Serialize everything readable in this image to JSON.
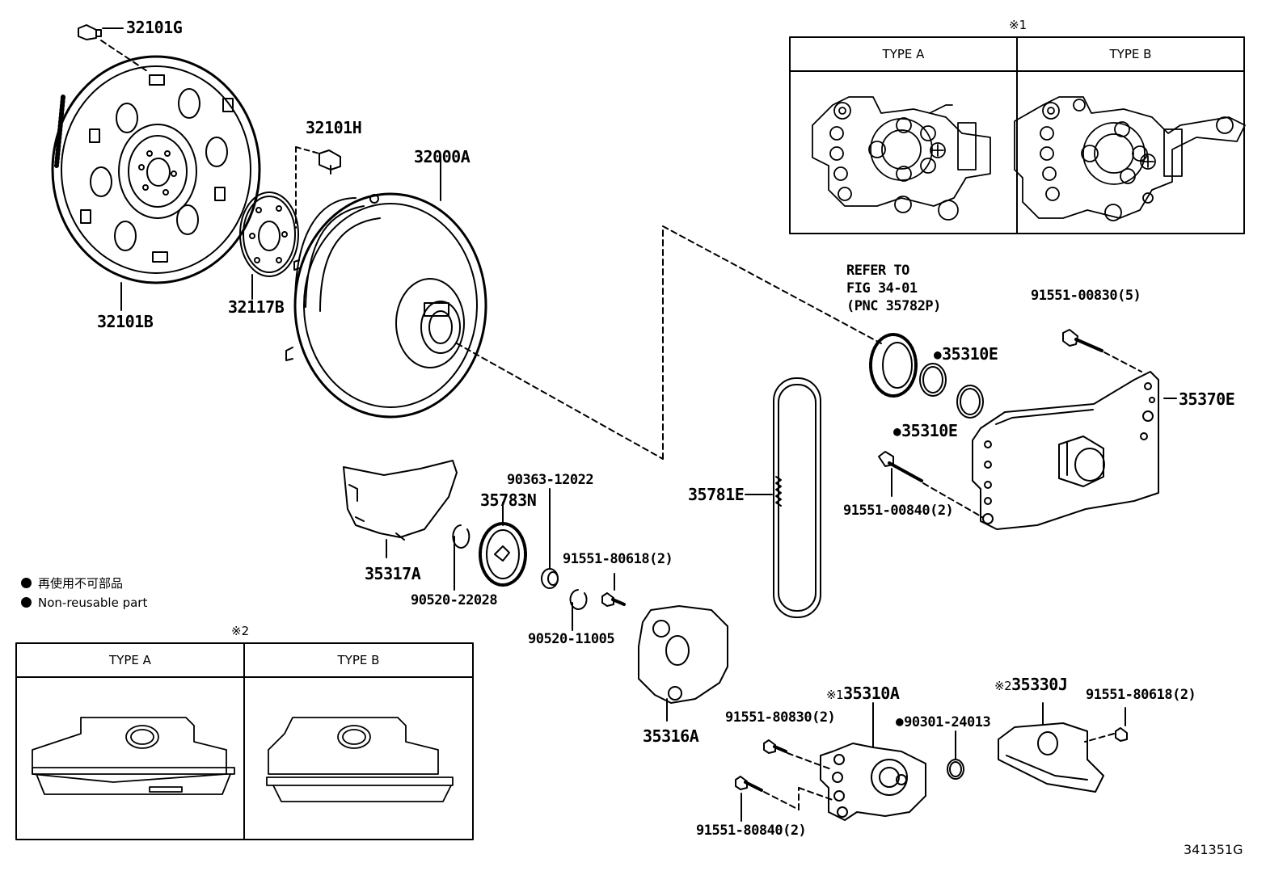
{
  "figure_id": "341351G",
  "legend": {
    "jp": "再使用不可部品",
    "en": "Non-reusable part"
  },
  "inset_top": {
    "mark": "※1",
    "type_a": "TYPE A",
    "type_b": "TYPE B"
  },
  "inset_bottom": {
    "mark": "※2",
    "type_a": "TYPE A",
    "type_b": "TYPE B"
  },
  "refer_note": [
    "REFER TO",
    "FIG 34-01",
    "(PNC 35782P)"
  ],
  "parts": {
    "p32101G": "32101G",
    "p32101H": "32101H",
    "p32000A": "32000A",
    "p32117B": "32117B",
    "p32101B": "32101B",
    "p91551_00830": "91551-00830(5)",
    "p35310E_1": "35310E",
    "p35310E_2": "35310E",
    "p35370E": "35370E",
    "p35781E": "35781E",
    "p91551_00840": "91551-00840(2)",
    "p90363_12022": "90363-12022",
    "p35783N": "35783N",
    "p35317A": "35317A",
    "p90520_22028": "90520-22028",
    "p91551_80618_a": "91551-80618(2)",
    "p90520_11005": "90520-11005",
    "p35316A": "35316A",
    "p35310A": "35310A",
    "p35310A_mark": "※1",
    "p91551_80830": "91551-80830(2)",
    "p90301_24013": "90301-24013",
    "p35330J": "35330J",
    "p35330J_mark": "※2",
    "p91551_80618_b": "91551-80618(2)",
    "p91551_80840": "91551-80840(2)"
  }
}
